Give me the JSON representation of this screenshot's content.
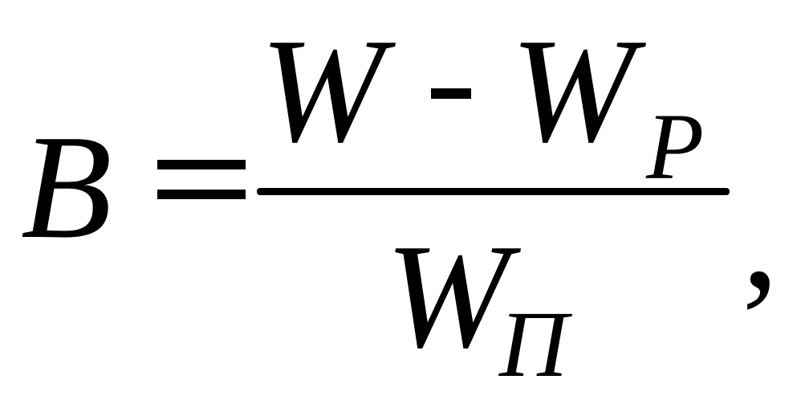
{
  "formula": {
    "lhs": "B",
    "equals": "=",
    "numerator": {
      "term1": "W",
      "operator": "-",
      "term2": "W",
      "term2_subscript": "P"
    },
    "denominator": {
      "term": "W",
      "subscript": "П"
    },
    "trailing": ","
  }
}
